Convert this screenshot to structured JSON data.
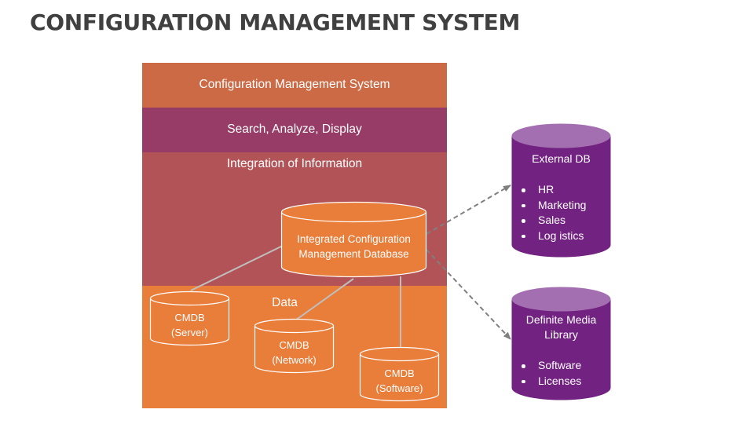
{
  "title": "CONFIGURATION MANAGEMENT SYSTEM",
  "colors": {
    "band_top": "#CB6A45",
    "band_search": "#963C66",
    "band_integration": "#B25457",
    "band_data": "#E97D3A",
    "cylinder_orange": "#E97D3A",
    "cylinder_purple": "#722281",
    "cylinder_purple_top": "#A46FB1",
    "connector_line": "#BFBFBF",
    "arrow": "#7F7F7F"
  },
  "layers": {
    "top": "Configuration Management System",
    "search": "Search, Analyze, Display",
    "integration": "Integration of Information",
    "data": "Data"
  },
  "cmdb_central": {
    "line1": "Integrated Configuration",
    "line2": "Management Database"
  },
  "cmdbs": {
    "server": {
      "line1": "CMDB",
      "line2": "(Server)"
    },
    "network": {
      "line1": "CMDB",
      "line2": "(Network)"
    },
    "software": {
      "line1": "CMDB",
      "line2": "(Software)"
    }
  },
  "external_db": {
    "title": "External DB",
    "items": [
      "HR",
      "Marketing",
      "Sales",
      "Log istics"
    ]
  },
  "media_library": {
    "title_line1": "Definite Media",
    "title_line2": "Library",
    "items": [
      "Software",
      "Licenses"
    ]
  }
}
